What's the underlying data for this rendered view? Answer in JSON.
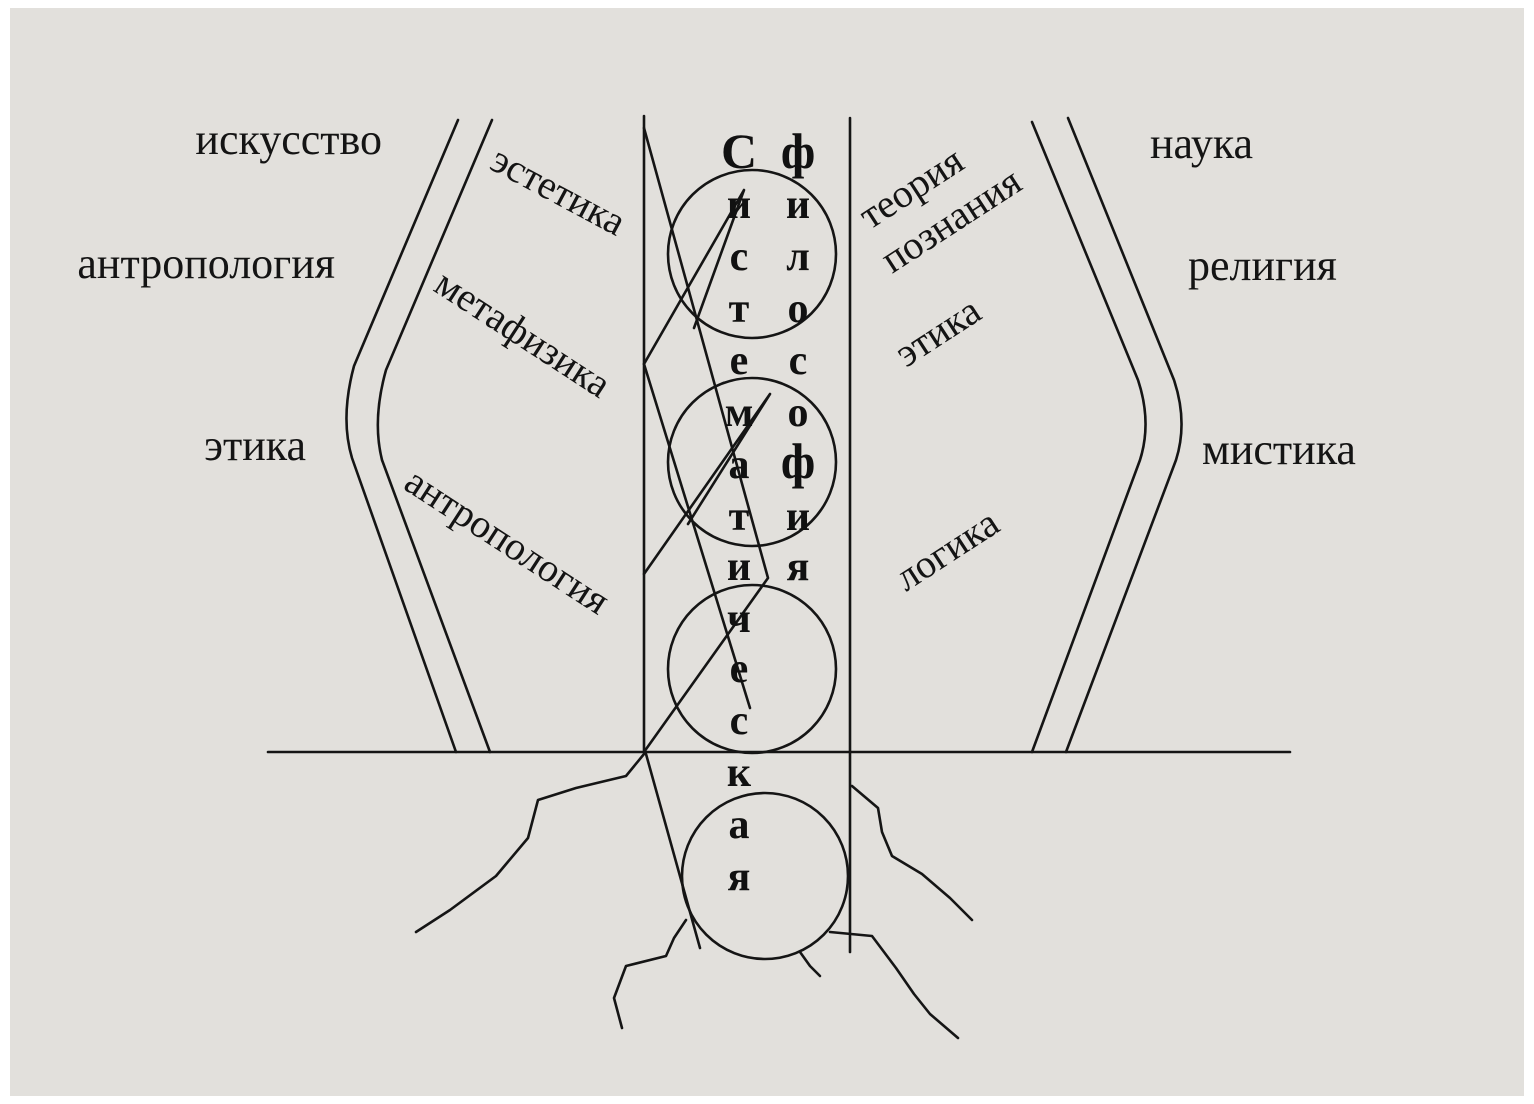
{
  "outer_left": [
    "искусство",
    "антропология",
    "этика"
  ],
  "outer_right": [
    "наука",
    "религия",
    "мистика"
  ],
  "branch_left": [
    "эстетика",
    "метафизика",
    "антропология"
  ],
  "branch_right": [
    "теория",
    "познания",
    "этика",
    "логика"
  ],
  "trunk_left_letters": [
    "С",
    "и",
    "с",
    "т",
    "е",
    "м",
    "а",
    "т",
    "и",
    "ч",
    "е",
    "с",
    "к",
    "а",
    "я"
  ],
  "trunk_right_letters": [
    "ф",
    "и",
    "л",
    "о",
    "с",
    "о",
    "ф",
    "и",
    "я"
  ]
}
